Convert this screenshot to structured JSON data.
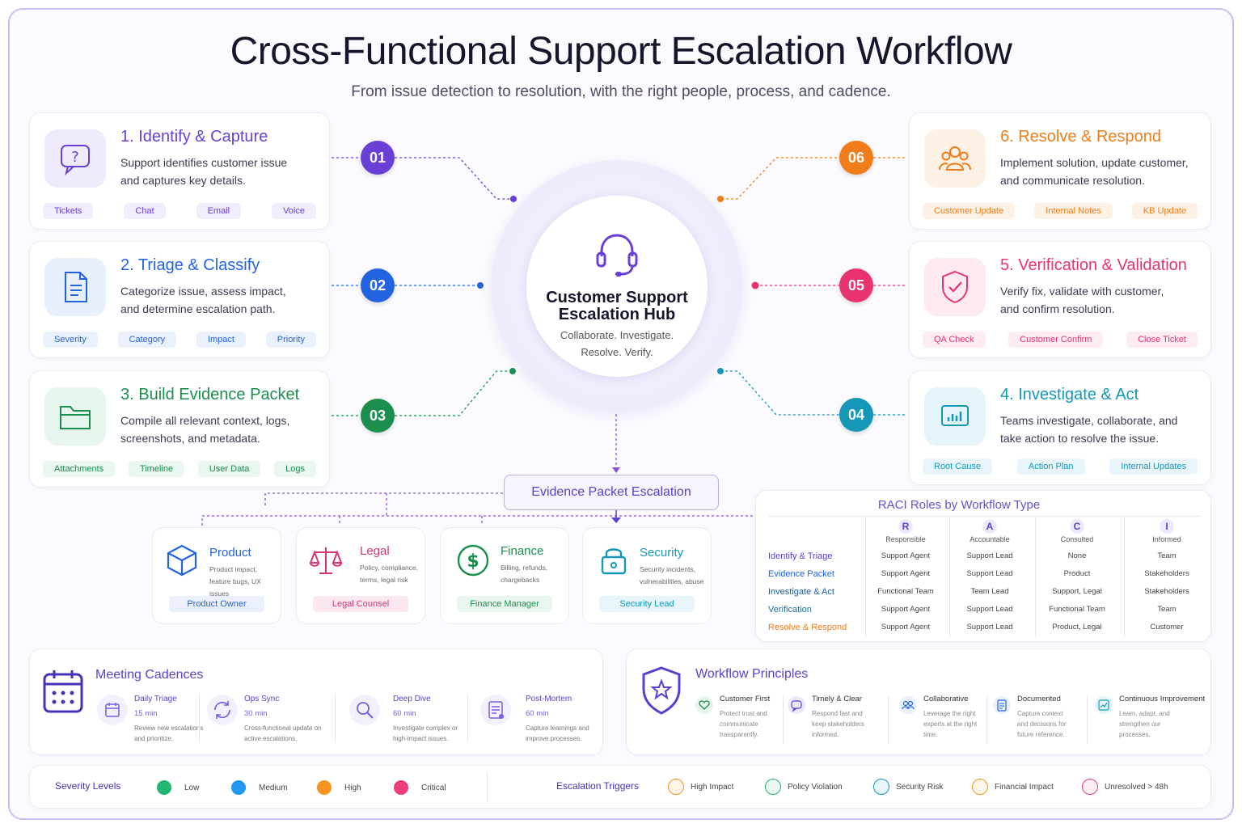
{
  "title": "Cross-Functional Support Escalation Workflow",
  "subtitle": "From issue detection to resolution, with the right people, process, and cadence.",
  "hub": {
    "title": "Customer Support Escalation Hub",
    "subtitle": "Collaborate. Investigate. Resolve. Verify.",
    "icon": "headset-icon"
  },
  "steps": [
    {
      "num": "01",
      "title": "1. Identify & Capture",
      "desc": "Support identifies customer issue and captures key details.",
      "tags": [
        "Tickets",
        "Chat",
        "Email",
        "Voice"
      ],
      "color": "#6a3fd6",
      "icon": "chat-question-icon"
    },
    {
      "num": "02",
      "title": "2. Triage & Classify",
      "desc": "Categorize issue, assess impact, and determine escalation path.",
      "tags": [
        "Severity",
        "Category",
        "Impact",
        "Priority"
      ],
      "color": "#2463e0",
      "icon": "document-icon"
    },
    {
      "num": "03",
      "title": "3. Build Evidence Packet",
      "desc": "Compile all relevant context, logs, screenshots, and metadata.",
      "tags": [
        "Attachments",
        "Timeline",
        "User Data",
        "Logs"
      ],
      "color": "#1a8f4e",
      "icon": "folder-icon"
    },
    {
      "num": "04",
      "title": "4. Investigate & Act",
      "desc": "Teams investigate, collaborate, and take action to resolve the issue.",
      "tags": [
        "Root Cause",
        "Action Plan",
        "Internal Updates"
      ],
      "color": "#1597b8",
      "icon": "chart-icon"
    },
    {
      "num": "05",
      "title": "5. Verification & Validation",
      "desc": "Verify fix, validate with customer, and confirm resolution.",
      "tags": [
        "QA Check",
        "Customer Confirm",
        "Close Ticket"
      ],
      "color": "#e8336e",
      "icon": "shield-check-icon"
    },
    {
      "num": "06",
      "title": "6. Resolve & Respond",
      "desc": "Implement solution, update customer, and communicate resolution.",
      "tags": [
        "Customer Update",
        "Internal Notes",
        "KB Update"
      ],
      "color": "#f07d1a",
      "icon": "team-icon"
    }
  ],
  "escalation": {
    "label": "Evidence Packet Escalation"
  },
  "teams": [
    {
      "name": "Product",
      "desc": "Product impact, feature bugs, UX issues",
      "role": "Product Owner",
      "color": "#2463e0",
      "icon": "box-icon"
    },
    {
      "name": "Legal",
      "desc": "Policy, compliance, terms, legal risk",
      "role": "Legal Counsel",
      "color": "#d4367a",
      "icon": "scales-icon"
    },
    {
      "name": "Finance",
      "desc": "Billing, refunds, chargebacks",
      "role": "Finance Manager",
      "color": "#1a8f4e",
      "icon": "dollar-icon"
    },
    {
      "name": "Security",
      "desc": "Security incidents, vulnerabilities, abuse",
      "role": "Security Lead",
      "color": "#1597b8",
      "icon": "lock-icon"
    }
  ],
  "raci": {
    "title": "RACI Roles by Workflow Type",
    "headers": [
      {
        "letter": "R",
        "name": "Responsible"
      },
      {
        "letter": "A",
        "name": "Accountable"
      },
      {
        "letter": "C",
        "name": "Consulted"
      },
      {
        "letter": "I",
        "name": "Informed"
      }
    ],
    "rows": [
      {
        "label": "Identify & Triage",
        "cells": [
          "Support Agent",
          "Support Lead",
          "None",
          "Team"
        ],
        "color": "#5b3fcf"
      },
      {
        "label": "Evidence Packet",
        "cells": [
          "Support Agent",
          "Support Lead",
          "Product",
          "Stakeholders"
        ],
        "color": "#2463e0"
      },
      {
        "label": "Investigate & Act",
        "cells": [
          "Functional Team",
          "Team Lead",
          "Support, Legal",
          "Stakeholders"
        ],
        "color": "#1a5fa8"
      },
      {
        "label": "Verification",
        "cells": [
          "Support Agent",
          "Support Lead",
          "Functional Team",
          "Team"
        ],
        "color": "#1a6fa0"
      },
      {
        "label": "Resolve & Respond",
        "cells": [
          "Support Agent",
          "Support Lead",
          "Product, Legal",
          "Customer"
        ],
        "color": "#f07d1a"
      }
    ]
  },
  "meetings": {
    "title": "Meeting Cadences",
    "items": [
      {
        "title": "Daily Triage",
        "duration": "15 min",
        "desc": "Review new escalations and prioritize.",
        "icon": "calendar-icon"
      },
      {
        "title": "Ops Sync",
        "duration": "30 min",
        "desc": "Cross-functional update on active escalations.",
        "icon": "sync-icon"
      },
      {
        "title": "Deep Dive",
        "duration": "60 min",
        "desc": "Investigate complex or high-impact issues.",
        "icon": "magnifier-icon"
      },
      {
        "title": "Post-Mortem",
        "duration": "60 min",
        "desc": "Capture learnings and improve processes.",
        "icon": "report-icon"
      }
    ]
  },
  "principles": {
    "title": "Workflow Principles",
    "items": [
      {
        "title": "Customer First",
        "desc": "Protect trust and communicate transparently.",
        "icon": "heart-icon"
      },
      {
        "title": "Timely & Clear",
        "desc": "Respond fast and keep stakeholders informed.",
        "icon": "chat-icon"
      },
      {
        "title": "Collaborative",
        "desc": "Leverage the right experts at the right time.",
        "icon": "people-icon"
      },
      {
        "title": "Documented",
        "desc": "Capture context and decisions for future reference.",
        "icon": "document-icon"
      },
      {
        "title": "Continuous Improvement",
        "desc": "Learn, adapt, and strengthen our processes.",
        "icon": "trend-icon"
      }
    ]
  },
  "severity": {
    "title": "Severity Levels",
    "levels": [
      {
        "label": "Low",
        "color": "#22b573"
      },
      {
        "label": "Medium",
        "color": "#2196f3"
      },
      {
        "label": "High",
        "color": "#f7931e"
      },
      {
        "label": "Critical",
        "color": "#ee3f7c"
      }
    ]
  },
  "triggers": {
    "title": "Escalation Triggers",
    "items": [
      {
        "label": "High Impact",
        "icon": "impact-icon",
        "color": "#f7931e"
      },
      {
        "label": "Policy Violation",
        "icon": "shield-icon",
        "color": "#22b573"
      },
      {
        "label": "Security Risk",
        "icon": "lock-icon",
        "color": "#1597b8"
      },
      {
        "label": "Financial Impact",
        "icon": "dollar-icon",
        "color": "#f7931e"
      },
      {
        "label": "Unresolved > 48h",
        "icon": "clock-icon",
        "color": "#ee3f7c"
      }
    ]
  }
}
